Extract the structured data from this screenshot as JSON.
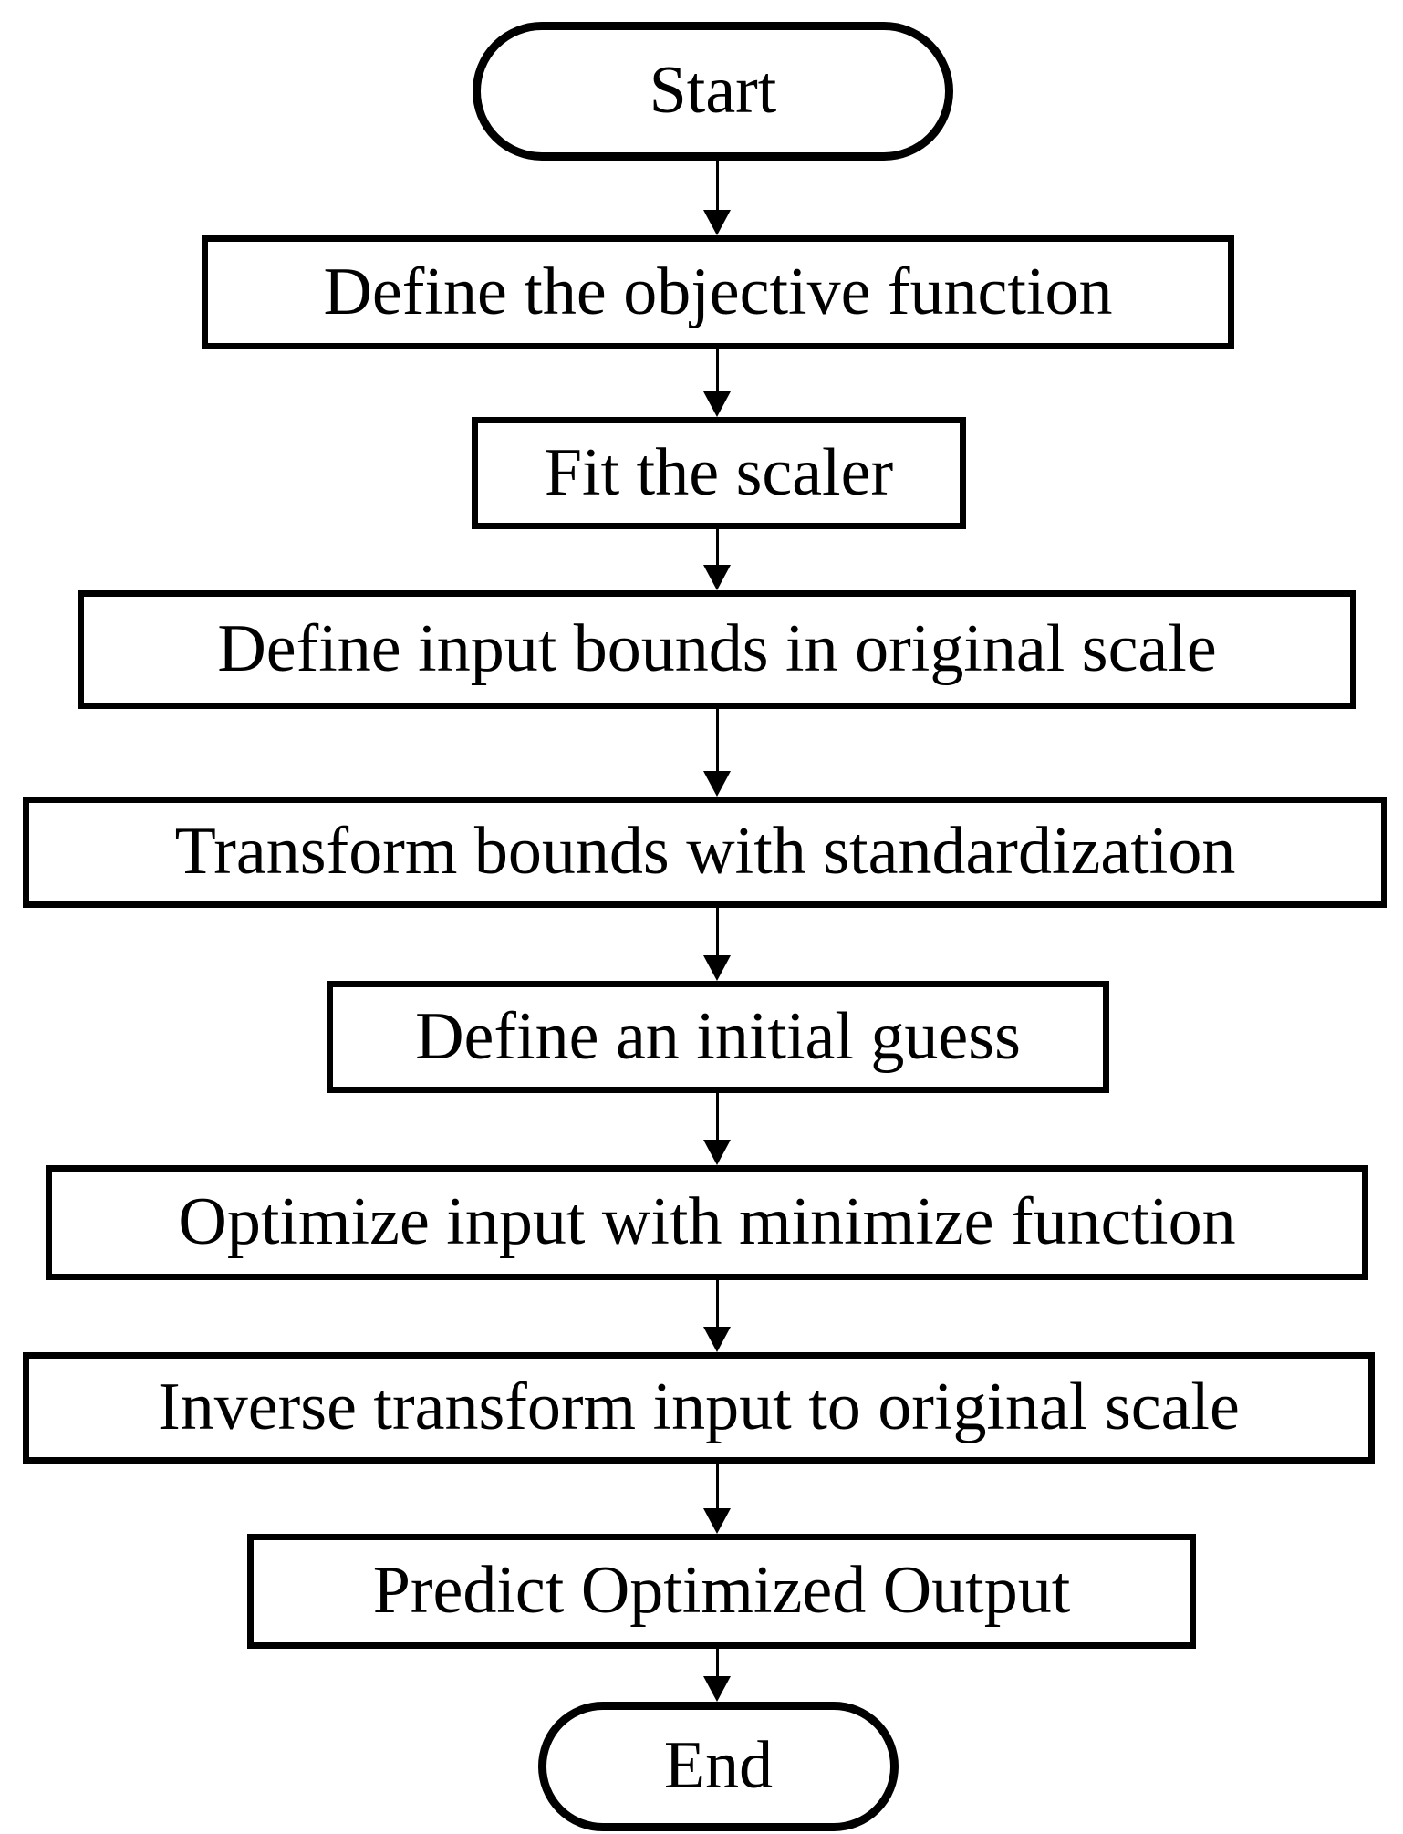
{
  "figure": {
    "type": "flowchart",
    "background_color": "#ffffff",
    "stroke_color": "#000000",
    "fill_color": "#ffffff",
    "text_color": "#000000"
  },
  "nodes": [
    {
      "id": "start",
      "shape": "terminator",
      "label": "Start"
    },
    {
      "id": "define-objective",
      "shape": "process",
      "label": "Define the objective function"
    },
    {
      "id": "fit-scaler",
      "shape": "process",
      "label": "Fit the scaler"
    },
    {
      "id": "define-bounds",
      "shape": "process",
      "label": "Define input bounds in original scale"
    },
    {
      "id": "transform-bounds",
      "shape": "process",
      "label": "Transform bounds with standardization"
    },
    {
      "id": "initial-guess",
      "shape": "process",
      "label": "Define an initial guess"
    },
    {
      "id": "optimize-input",
      "shape": "process",
      "label": "Optimize input with minimize function"
    },
    {
      "id": "inverse-transform",
      "shape": "process",
      "label": "Inverse transform input to original scale"
    },
    {
      "id": "predict-output",
      "shape": "process",
      "label": "Predict Optimized Output"
    },
    {
      "id": "end",
      "shape": "terminator",
      "label": "End"
    }
  ],
  "edges": [
    {
      "from": "start",
      "to": "define-objective"
    },
    {
      "from": "define-objective",
      "to": "fit-scaler"
    },
    {
      "from": "fit-scaler",
      "to": "define-bounds"
    },
    {
      "from": "define-bounds",
      "to": "transform-bounds"
    },
    {
      "from": "transform-bounds",
      "to": "initial-guess"
    },
    {
      "from": "initial-guess",
      "to": "optimize-input"
    },
    {
      "from": "optimize-input",
      "to": "inverse-transform"
    },
    {
      "from": "inverse-transform",
      "to": "predict-output"
    },
    {
      "from": "predict-output",
      "to": "end"
    }
  ]
}
